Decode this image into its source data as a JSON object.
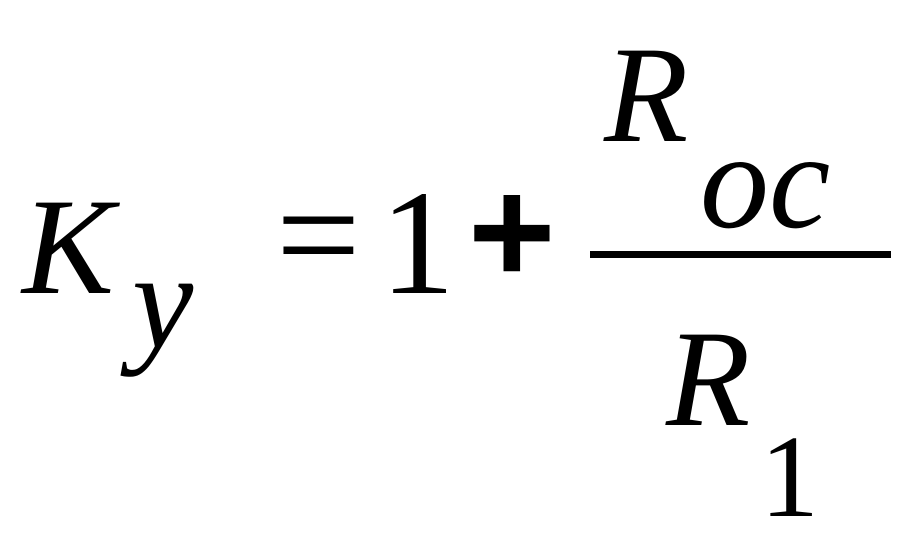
{
  "formula": {
    "lhs_symbol": "K",
    "lhs_subscript": "y",
    "equals": "=",
    "constant": "1",
    "operator": "+",
    "numerator_symbol": "R",
    "numerator_subscript": "oc",
    "denominator_symbol": "R",
    "denominator_subscript": "1"
  }
}
